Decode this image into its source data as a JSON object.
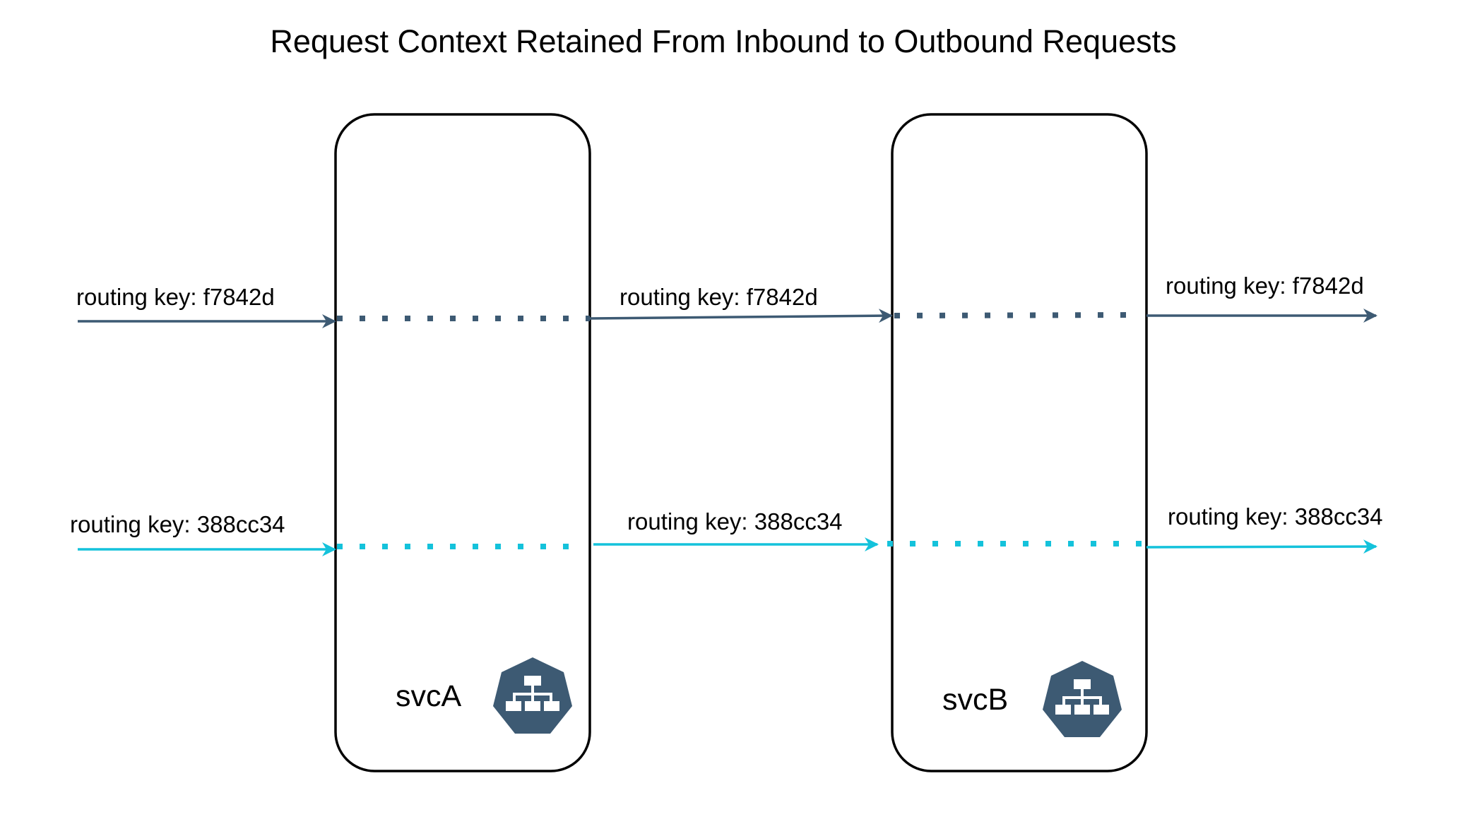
{
  "title": "Request Context Retained From Inbound to Outbound Requests",
  "colors": {
    "dark_flow": "#3d5a73",
    "light_flow": "#14c2db",
    "icon_fill": "#3d5a73",
    "icon_glyph": "#ffffff"
  },
  "services": [
    {
      "name": "svcA",
      "icon": "network-hierarchy-icon"
    },
    {
      "name": "svcB",
      "icon": "network-hierarchy-icon"
    }
  ],
  "flows": [
    {
      "routing_key": "f7842d",
      "color": "dark",
      "labels": {
        "inbound": "routing key: f7842d",
        "between": "routing key: f7842d",
        "outbound": "routing key: f7842d"
      }
    },
    {
      "routing_key": "388cc34",
      "color": "light",
      "labels": {
        "inbound": "routing key: 388cc34",
        "between": "routing key: 388cc34",
        "outbound": "routing key: 388cc34"
      }
    }
  ]
}
